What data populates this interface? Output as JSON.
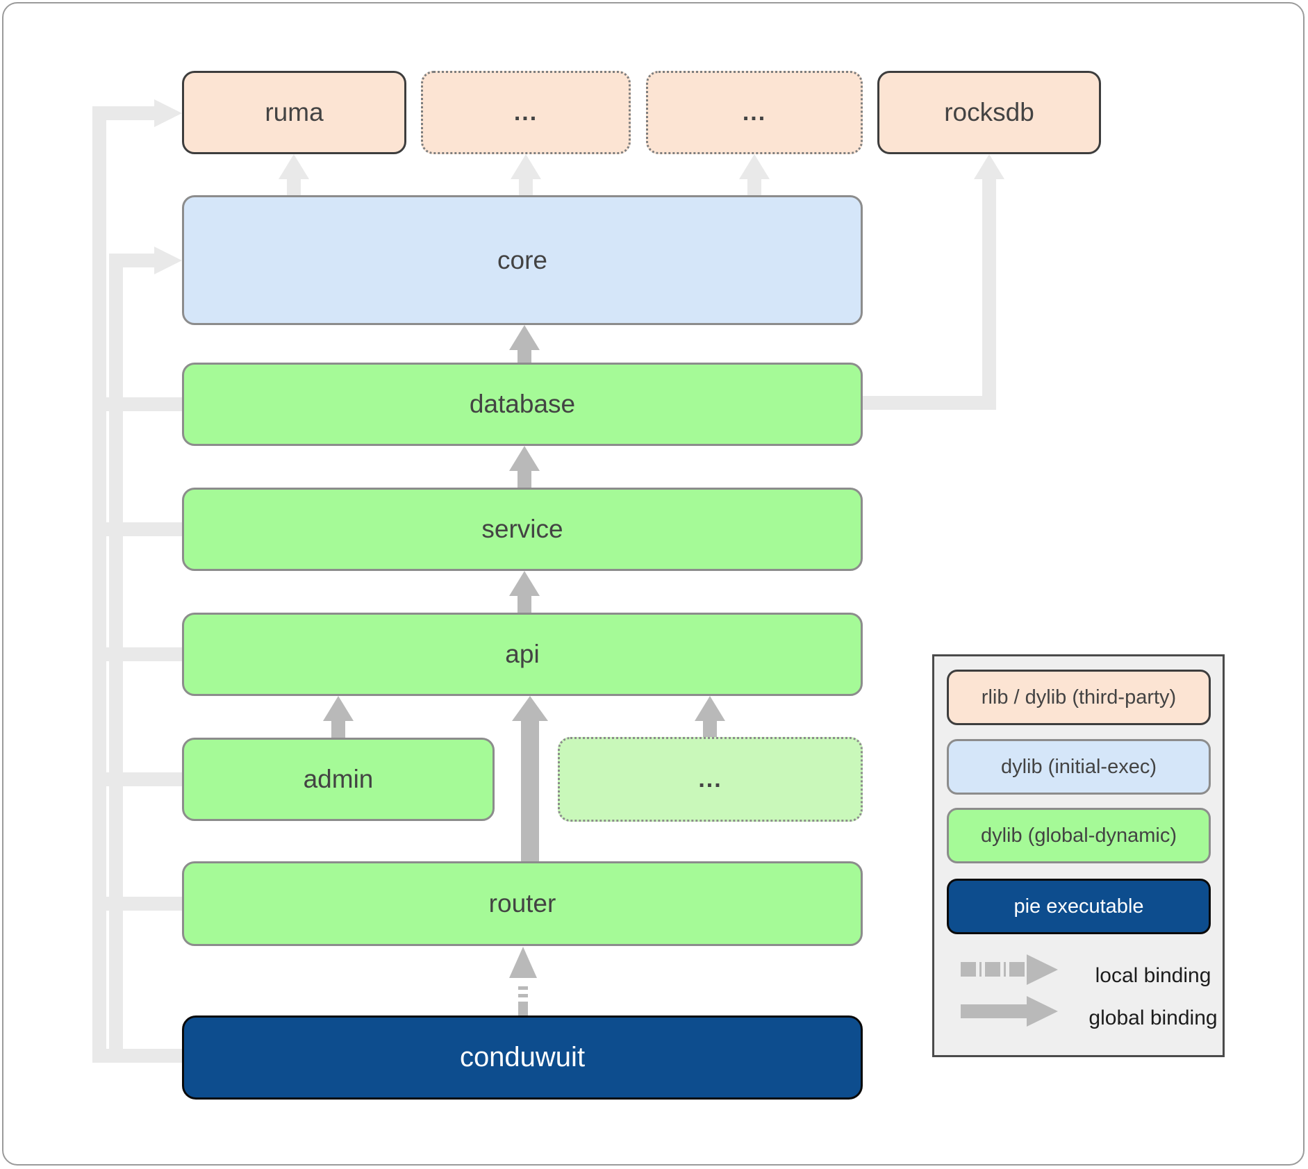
{
  "diagram": {
    "top_row": [
      {
        "label": "ruma"
      },
      {
        "label": "..."
      },
      {
        "label": "..."
      },
      {
        "label": "rocksdb"
      }
    ],
    "core": "core",
    "database": "database",
    "service": "service",
    "api": "api",
    "admin": "admin",
    "admin_more": "...",
    "router": "router",
    "conduwuit": "conduwuit"
  },
  "legend": {
    "items": [
      {
        "label": "rlib / dylib (third-party)"
      },
      {
        "label": "dylib (initial-exec)"
      },
      {
        "label": "dylib (global-dynamic)"
      },
      {
        "label": "pie executable"
      }
    ],
    "bindings": [
      {
        "label": "local binding"
      },
      {
        "label": "global binding"
      }
    ]
  },
  "colors": {
    "third_party_fill": "#fce4d3",
    "initial_exec_fill": "#d5e6f9",
    "global_dynamic_fill": "#a5fa97",
    "global_dynamic_faded_fill": "#c9f8ba",
    "pie_executable_fill": "#0d4d8e",
    "faint_binding_line": "#e9e9e9",
    "binding_arrow": "#b9b9b9",
    "text": "#434343"
  }
}
